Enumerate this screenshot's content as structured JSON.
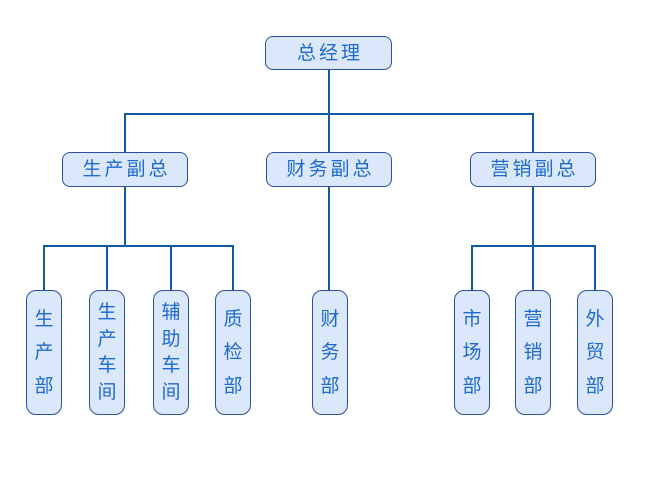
{
  "page": {
    "background": "#ffffff"
  },
  "colors": {
    "box-fill": "#dbe8fb",
    "box-border": "#2b50a0",
    "label-text": "#1e6ace",
    "connector": "#0f5aa6"
  },
  "org": {
    "type": "org-chart",
    "root": {
      "label": "总经理"
    },
    "branches": [
      {
        "label": "生产副总",
        "children": [
          {
            "label": "生产部"
          },
          {
            "label": "生产车间"
          },
          {
            "label": "辅助车间"
          },
          {
            "label": "质检部"
          }
        ]
      },
      {
        "label": "财务副总",
        "children": [
          {
            "label": "财务部"
          }
        ]
      },
      {
        "label": "营销副总",
        "children": [
          {
            "label": "市场部"
          },
          {
            "label": "营销部"
          },
          {
            "label": "外贸部"
          }
        ]
      }
    ]
  }
}
